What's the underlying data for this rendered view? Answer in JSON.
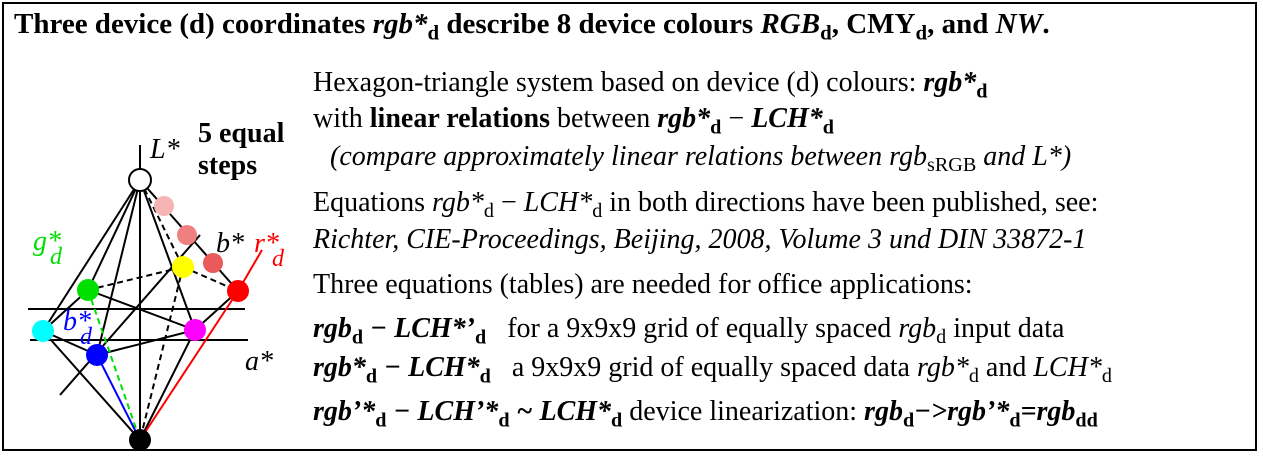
{
  "title": {
    "t1": "Three device (d) coordinates ",
    "t2": "rgb*",
    "t3": "d",
    "t4": " describe 8 device colours ",
    "t5": "RGB",
    "t6": "d",
    "t7": ", CMY",
    "t8": "d",
    "t9": ", and ",
    "t10": "NW",
    "t11": "."
  },
  "intro": {
    "l1a": "Hexagon-triangle system based on device (d) colours: ",
    "l1b": "rgb*",
    "l1c": "d",
    "l2a": "with ",
    "l2b": "linear relations",
    "l2c": " between ",
    "l2d": "rgb*",
    "l2e": "d",
    "l2f": " − ",
    "l2g": "LCH*",
    "l2h": "d",
    "l3a": "(compare approximately linear relations between rgb",
    "l3b": "sRGB",
    "l3c": " and L*)"
  },
  "equations": {
    "e1a": "Equations ",
    "e1b": "rgb*",
    "e1c": "d",
    "e1d": " − ",
    "e1e": "LCH*",
    "e1f": "d",
    "e1g": " in both directions have been published, see:",
    "e2": "Richter, CIE-Proceedings, Beijing, 2008, Volume 3 und DIN 33872-1",
    "e3": "Three equations (tables) are needed for office applications:"
  },
  "rows": {
    "r1a": "rgb",
    "r1b": "d",
    "r1c": " − LCH*’",
    "r1d": "d",
    "r1e": "   for a 9x9x9 grid of equally spaced ",
    "r1f": "rgb",
    "r1g": "d",
    "r1h": " input data",
    "r2a": "rgb*",
    "r2b": "d",
    "r2c": " − LCH*",
    "r2d": "d",
    "r2e": "   a 9x9x9 grid of equally spaced data ",
    "r2f": "rgb*",
    "r2g": "d",
    "r2h": " and ",
    "r2i": "LCH*",
    "r2j": "d",
    "r3a": "rgb’*",
    "r3b": "d",
    "r3c": " − LCH’*",
    "r3d": "d",
    "r3e": " ~ LCH*",
    "r3f": "d",
    "r3g": " device linearization: ",
    "r3h": "rgb",
    "r3i": "d",
    "r3j": "−>rgb’*",
    "r3k": "d",
    "r3l": "=rgb",
    "r3m": "dd"
  },
  "diagram": {
    "steps1": "5 equal",
    "steps2": "steps",
    "L": "L*",
    "b": "b*",
    "r": "r*",
    "rsub": "d",
    "g": "g*",
    "gsub": "d",
    "bd": "b*",
    "bdsub": "d",
    "a": "a*",
    "colors": {
      "white": "#ffffff",
      "pink_light": "#f5b5b5",
      "pink": "#ef8080",
      "salmon": "#ea5a5a",
      "red": "#ff0000",
      "yellow": "#ffff00",
      "green": "#00e000",
      "cyan": "#00ffff",
      "blue": "#0000ff",
      "magenta": "#ff00ff",
      "black": "#000000",
      "label_red": "#ff0000",
      "label_green": "#00e000",
      "label_blue": "#0000ff"
    }
  }
}
